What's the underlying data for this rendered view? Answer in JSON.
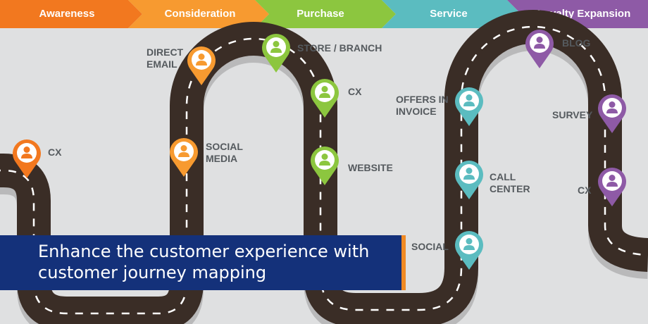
{
  "stages": [
    {
      "label": "Awareness",
      "color": "#f2781f"
    },
    {
      "label": "Consideration",
      "color": "#f79a30"
    },
    {
      "label": "Purchase",
      "color": "#8cc63f"
    },
    {
      "label": "Service",
      "color": "#5bbcc0"
    },
    {
      "label": "Loyalty Expansion",
      "color": "#8e5aa6"
    }
  ],
  "touchpoints": {
    "cx_1": "CX",
    "direct_email": "DIRECT\nEMAIL",
    "social_media": "SOCIAL\nMEDIA",
    "store_branch": "STORE / BRANCH",
    "cx_2": "CX",
    "website": "WEBSITE",
    "offers_in_invoice": "OFFERS IN\nINVOICE",
    "call_center": "CALL\nCENTER",
    "social": "SOCIAL",
    "blog": "BLOG",
    "survey": "SURVEY",
    "cx_3": "CX"
  },
  "pin_icon": "person-icon",
  "colors": {
    "road": "#3a2d26",
    "road_shadow": "#b9b9ba",
    "lane_marking": "#ffffff",
    "banner": "#14317a",
    "banner_accent": "#f08a24",
    "label_text": "#555a5e"
  },
  "banner": {
    "line1": "Enhance the customer experience with",
    "line2": "customer journey mapping"
  }
}
